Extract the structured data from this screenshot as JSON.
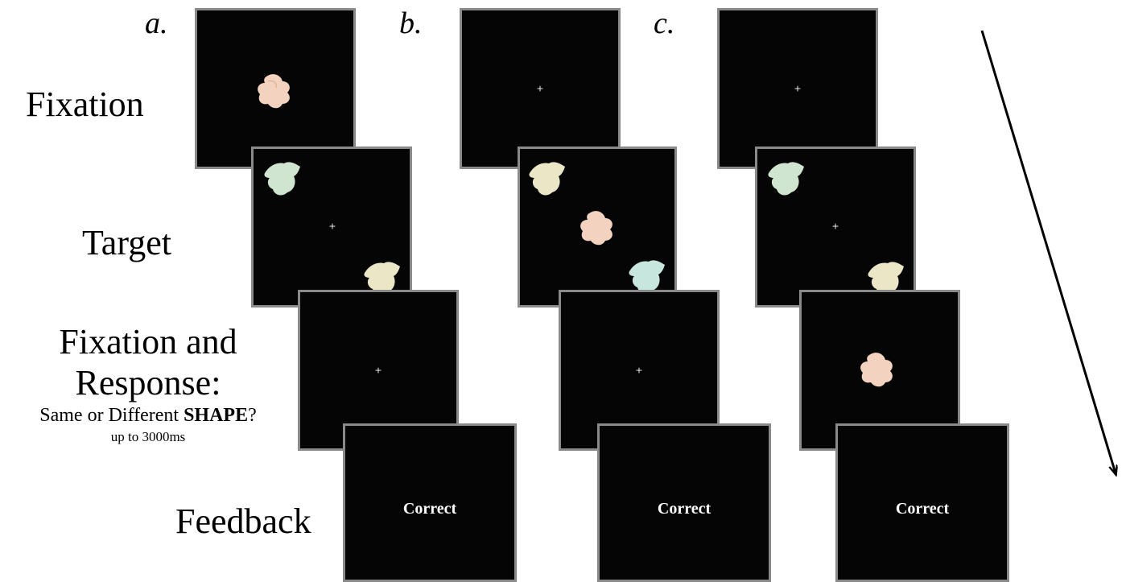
{
  "conditions": {
    "a": "a.",
    "b": "b.",
    "c": "c."
  },
  "stages": {
    "fixation": "Fixation",
    "target": "Target",
    "response_line1": "Fixation and",
    "response_line2": "Response:",
    "response_question_pre": "Same or Different ",
    "response_question_bold": "SHAPE",
    "response_question_post": "?",
    "response_time": "up to 3000ms",
    "feedback": "Feedback"
  },
  "screens": {
    "fixation_cross": "+",
    "feedback_text": "Correct"
  },
  "colors": {
    "screen_bg": "#050505",
    "screen_border": "#8a8a8a",
    "shape_peach": "#f3d3bf",
    "shape_mint": "#cfe5cf",
    "shape_cream": "#ebe6c6",
    "shape_aqua": "#c6e6de"
  }
}
